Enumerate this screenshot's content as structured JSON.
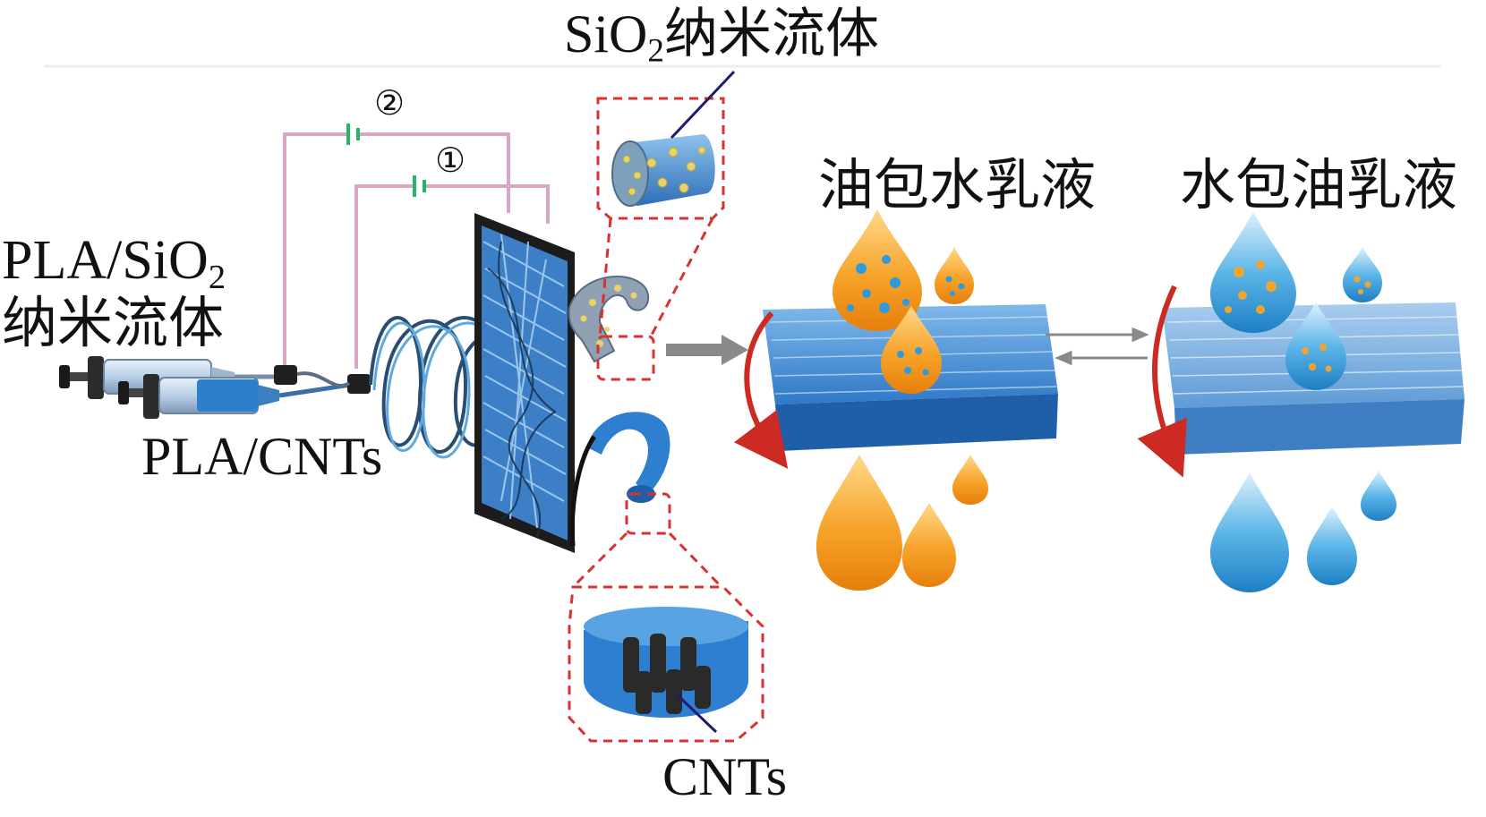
{
  "labels": {
    "feed_top_base": "PLA/SiO",
    "feed_top_sub": "2",
    "feed_top_cn": "纳米流体",
    "feed_bottom": "PLA/CNTs",
    "inset_top_base": "SiO",
    "inset_top_sub": "2",
    "inset_top_cn": "纳米流体",
    "inset_bottom": "CNTs",
    "emulsion_left": "油包水乳液",
    "emulsion_right": "水包油乳液",
    "circuit_1": "①",
    "circuit_2": "②"
  },
  "colors": {
    "circuit_wire": "#d9a7c4",
    "battery": "#2bb36b",
    "fiber_blue": "#3a86d1",
    "fiber_dark": "#1f5fa8",
    "collector": "#1c1c1c",
    "inset_border": "#d8322e",
    "callout_line": "#1b1f6b",
    "oil_drop": "#f39a1e",
    "water_drop": "#2f9bdc",
    "sio2_particle": "#e6d36a",
    "cnt": "#2a2a2a",
    "rotate_arrow": "#cc2a22",
    "flow_arrow": "#8a8a8a"
  },
  "icons": [
    "syringe-icon",
    "battery-icon",
    "collector-plate-icon",
    "fiber-membrane-icon",
    "droplet-icon",
    "rotate-arrow-icon"
  ]
}
